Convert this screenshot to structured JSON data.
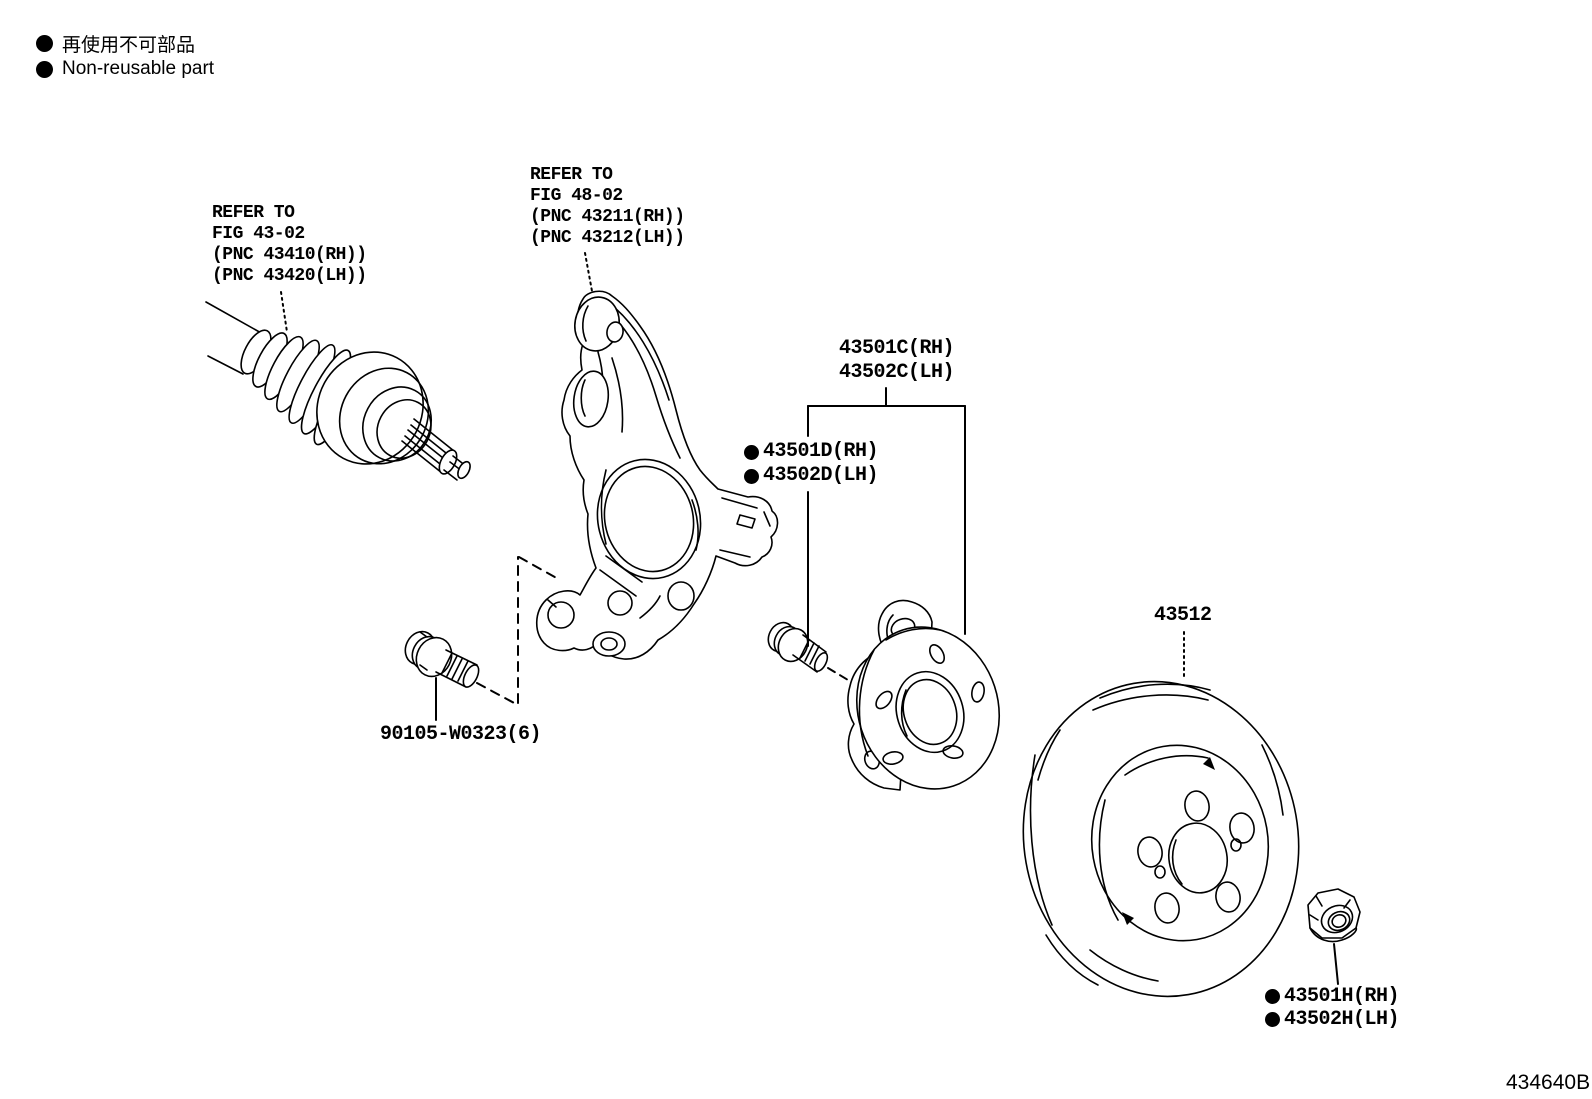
{
  "legend": {
    "items": [
      {
        "text": "再使用不可部品"
      },
      {
        "text": "Non-reusable part"
      }
    ]
  },
  "refer_notes": [
    {
      "lines": "REFER TO\nFIG 43-02\n(PNC 43410(RH))\n(PNC 43420(LH))"
    },
    {
      "lines": "REFER TO\nFIG 48-02\n(PNC 43211(RH))\n(PNC 43212(LH))"
    }
  ],
  "callouts": {
    "hub_assembly": {
      "rh": "43501C(RH)",
      "lh": "43502C(LH)"
    },
    "hub_bolt": {
      "rh": "43501D(RH)",
      "lh": "43502D(LH)",
      "non_reusable": true
    },
    "brake_disc": {
      "part": "43512"
    },
    "knuckle_bolt": {
      "part": "90105-W0323(6)"
    },
    "hub_nut": {
      "rh": "43501H(RH)",
      "lh": "43502H(LH)",
      "non_reusable": true
    }
  },
  "figure_code": "434640B",
  "colors": {
    "ink": "#000000",
    "paper": "#ffffff"
  }
}
